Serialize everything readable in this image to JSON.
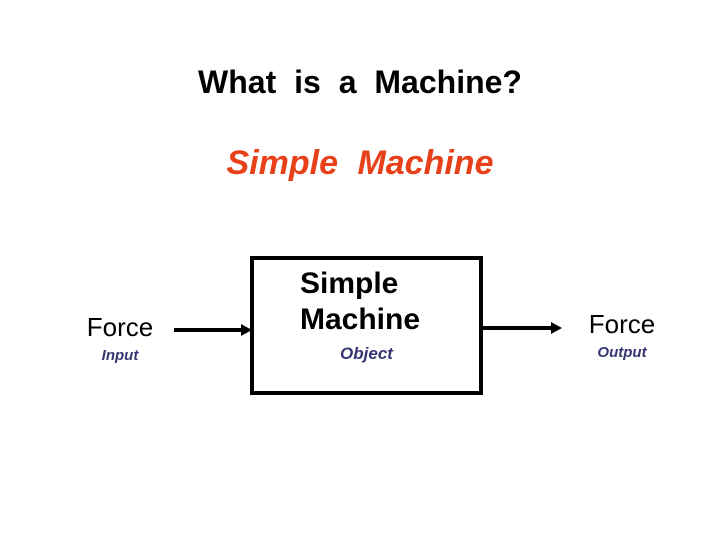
{
  "slide": {
    "title": "What  is  a  Machine?",
    "subtitle": "Simple  Machine",
    "colors": {
      "background": "#ffffff",
      "title": "#000000",
      "subtitle_accent": "#e8411a",
      "secondary_label": "#363673",
      "box_border": "#000000"
    }
  },
  "diagram": {
    "box": {
      "label": "Simple\nMachine",
      "sublabel": "Object"
    },
    "input": {
      "primary": "Force",
      "secondary": "Input",
      "arrow": "arrow-right-icon"
    },
    "output": {
      "primary": "Force",
      "secondary": "Output",
      "arrow": "arrow-right-icon"
    }
  }
}
